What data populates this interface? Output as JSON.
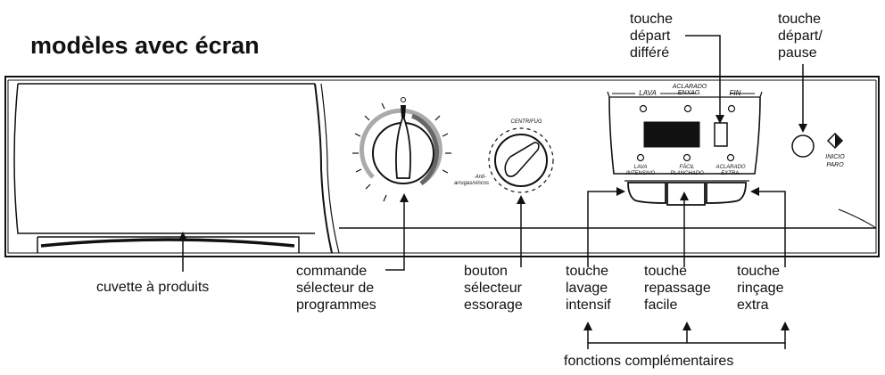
{
  "heading": "modèles avec écran",
  "callouts": {
    "dispenser": "cuvette à produits",
    "program_selector": "commande\nsélecteur de\nprogrammes",
    "spin_selector": "bouton\nsélecteur\nessorage",
    "delay_start": "touche\ndépart\ndifféré",
    "start_pause": "touche\ndépart/\npause",
    "intensive_wash": "touche\nlavage\nintensif",
    "easy_iron": "touche\nrepassage\nfacile",
    "extra_rinse": "touche\nrinçage\nextra",
    "extra_functions": "fonctions complémentaires"
  },
  "panel_labels": {
    "lava": "LAVA",
    "aclarado_top": "ACLARADO",
    "enxag": "ENXAG.",
    "fin": "FIN",
    "centrifug": "CENTRIFUG",
    "anti": "Anti-",
    "arrugas": "arrugas/vincos",
    "lava2": "LAVA",
    "intensivo": "INTENSIVO",
    "facil": "FÁCIL",
    "planchado": "PLANCHADO",
    "aclarado_bottom": "ACLARADO",
    "extra": "EXTRA.",
    "inicio": "INICIO",
    "paro": "PARO"
  },
  "icons": [
    "start-pause-icon",
    "arrow-icon",
    "led-indicator-icon"
  ]
}
